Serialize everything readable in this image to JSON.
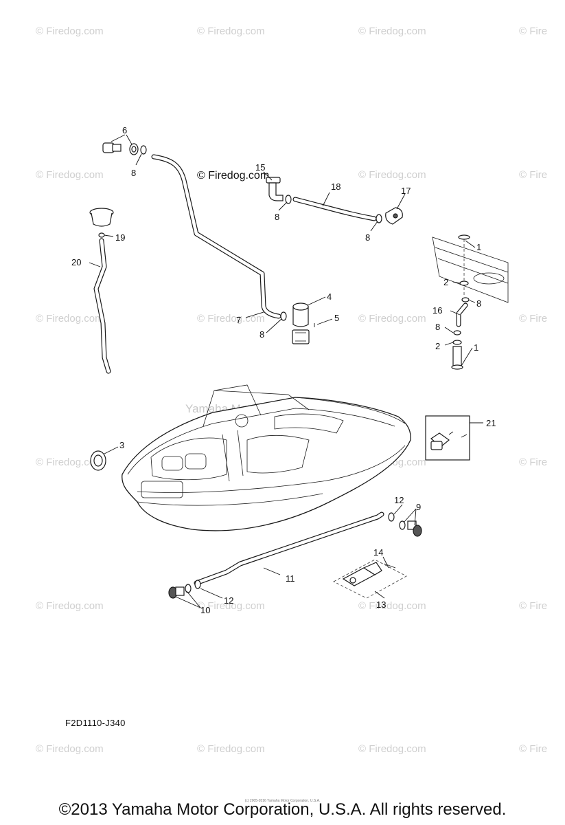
{
  "watermarks": {
    "firedog": "© Firedog.com",
    "firedog_edge": "© Fire",
    "firedog_center": "© Firedog.com",
    "yamaha_ghost": "Yamaha Motor Corp..."
  },
  "callouts": {
    "c1a": "1",
    "c1b": "1",
    "c2a": "2",
    "c2b": "2",
    "c3": "3",
    "c4": "4",
    "c5": "5",
    "c6": "6",
    "c7": "7",
    "c8a": "8",
    "c8b": "8",
    "c8c": "8",
    "c8d": "8",
    "c8e": "8",
    "c8f": "8",
    "c9": "9",
    "c10": "10",
    "c11": "11",
    "c12a": "12",
    "c12b": "12",
    "c13": "13",
    "c14": "14",
    "c15": "15",
    "c16": "16",
    "c17": "17",
    "c18": "18",
    "c19": "19",
    "c20": "20",
    "c21": "21"
  },
  "diagram_code": "F2D1110-J340",
  "fine_print": "(c) 2005-2016 Yamaha Motor Corporation, U.S.A.",
  "copyright": "©2013 Yamaha Motor Corporation, U.S.A. All rights reserved."
}
